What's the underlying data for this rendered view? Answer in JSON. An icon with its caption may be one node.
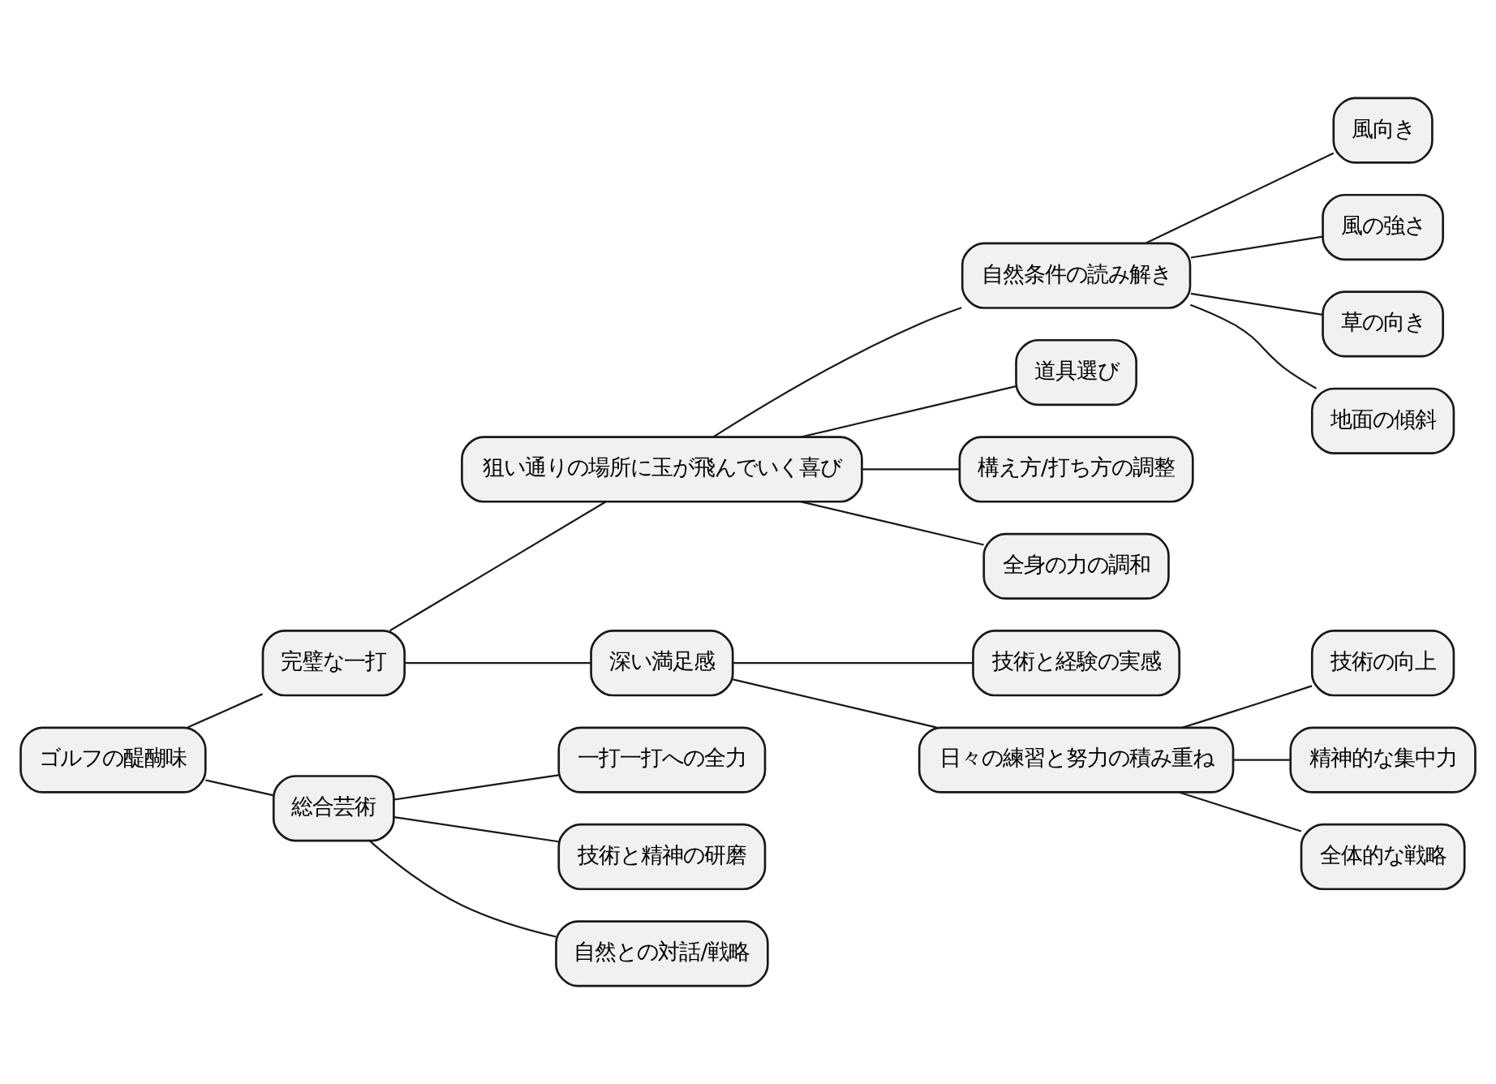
{
  "diagram": {
    "nodes": [
      {
        "text": [
          "ゴルフの醍醐味"
        ]
      },
      {
        "text": [
          "完璧な一打"
        ]
      },
      {
        "text": [
          "狙い通りの場所に玉が飛んでいく喜び"
        ]
      },
      {
        "text": [
          "自然条件の読み解き"
        ]
      },
      {
        "text": [
          "風向き"
        ]
      },
      {
        "text": [
          "風の強さ"
        ]
      },
      {
        "text": [
          "草の向き"
        ]
      },
      {
        "text": [
          "地面の傾斜"
        ]
      },
      {
        "text": [
          "道具選び"
        ]
      },
      {
        "text": [
          "構え方/打ち方の調整"
        ]
      },
      {
        "text": [
          "全身の力の調和"
        ]
      },
      {
        "text": [
          "深い満足感"
        ]
      },
      {
        "text": [
          "技術と経験の実感"
        ]
      },
      {
        "text": [
          "日々の練習と努力の積み重ね"
        ]
      },
      {
        "text": [
          "技術の向上"
        ]
      },
      {
        "text": [
          "精神的な集中力"
        ]
      },
      {
        "text": [
          "全体的な戦略"
        ]
      },
      {
        "text": [
          "総合芸術"
        ]
      },
      {
        "text": [
          "一打一打への全力"
        ]
      },
      {
        "text": [
          "技術と精神の研磨"
        ]
      },
      {
        "text": [
          "自然との対話/戦略"
        ]
      }
    ],
    "edges": [
      {
        "from": 0,
        "to": 1,
        "arrow": "none"
      },
      {
        "from": 1,
        "to": 2,
        "arrow": "none"
      },
      {
        "from": 2,
        "to": 3,
        "arrow": "none"
      },
      {
        "from": 3,
        "to": 4,
        "arrow": "none"
      },
      {
        "from": 3,
        "to": 5,
        "arrow": "none"
      },
      {
        "from": 3,
        "to": 6,
        "arrow": "none"
      },
      {
        "from": 3,
        "to": 7,
        "arrow": "none"
      },
      {
        "from": 2,
        "to": 8,
        "arrow": "none"
      },
      {
        "from": 2,
        "to": 9,
        "arrow": "none"
      },
      {
        "from": 2,
        "to": 10,
        "arrow": "none"
      },
      {
        "from": 1,
        "to": 11,
        "arrow": "none"
      },
      {
        "from": 11,
        "to": 12,
        "arrow": "none"
      },
      {
        "from": 11,
        "to": 13,
        "arrow": "none"
      },
      {
        "from": 13,
        "to": 14,
        "arrow": "none"
      },
      {
        "from": 13,
        "to": 15,
        "arrow": "none"
      },
      {
        "from": 13,
        "to": 16,
        "arrow": "none"
      },
      {
        "from": 0,
        "to": 17,
        "arrow": "none"
      },
      {
        "from": 17,
        "to": 18,
        "arrow": "none"
      },
      {
        "from": 17,
        "to": 19,
        "arrow": "none"
      },
      {
        "from": 17,
        "to": 20,
        "arrow": "none"
      }
    ]
  }
}
